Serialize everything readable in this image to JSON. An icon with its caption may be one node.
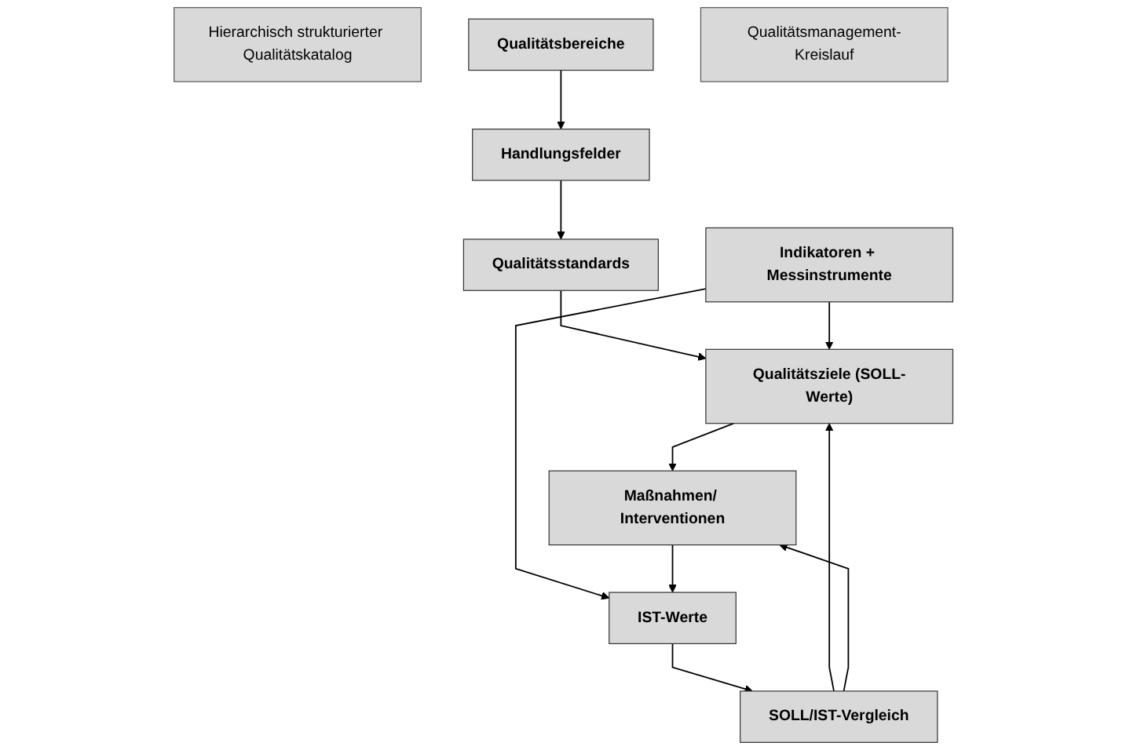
{
  "diagram": {
    "nodes": [
      {
        "text": [
          "Hierarchisch strukturierter Qualitätskatalog"
        ]
      },
      {
        "text": [
          "Qualitätsbereiche"
        ]
      },
      {
        "text": [
          "Handlungsfelder"
        ]
      },
      {
        "text": [
          "Qualitätsstandards"
        ]
      },
      {
        "text": [
          "Qualitätsmanagement-Kreislauf"
        ]
      },
      {
        "text": [
          "Qualitätsziele (SOLL-Werte)"
        ]
      },
      {
        "text": [
          "SOLL/IST-Vergleich"
        ]
      },
      {
        "text": [
          "Indikatoren + Messinstrumente"
        ]
      },
      {
        "text": [
          "Maßnahmen/ Interventionen"
        ]
      },
      {
        "text": [
          "IST-Werte"
        ]
      }
    ],
    "edges": [
      {
        "from": 1,
        "to": 2,
        "arrow": "to"
      },
      {
        "from": 2,
        "to": 3,
        "arrow": "to"
      },
      {
        "from": 3,
        "to": 5,
        "arrow": "to"
      },
      {
        "from": 6,
        "to": 5,
        "arrow": "to"
      },
      {
        "from": 5,
        "to": 8,
        "arrow": "to"
      },
      {
        "from": 7,
        "to": 5,
        "arrow": "to"
      },
      {
        "from": 6,
        "to": 8,
        "arrow": "to"
      },
      {
        "from": 7,
        "to": 9,
        "arrow": "to"
      },
      {
        "from": 8,
        "to": 9,
        "arrow": "to"
      },
      {
        "from": 9,
        "to": 6,
        "arrow": "to"
      }
    ]
  }
}
